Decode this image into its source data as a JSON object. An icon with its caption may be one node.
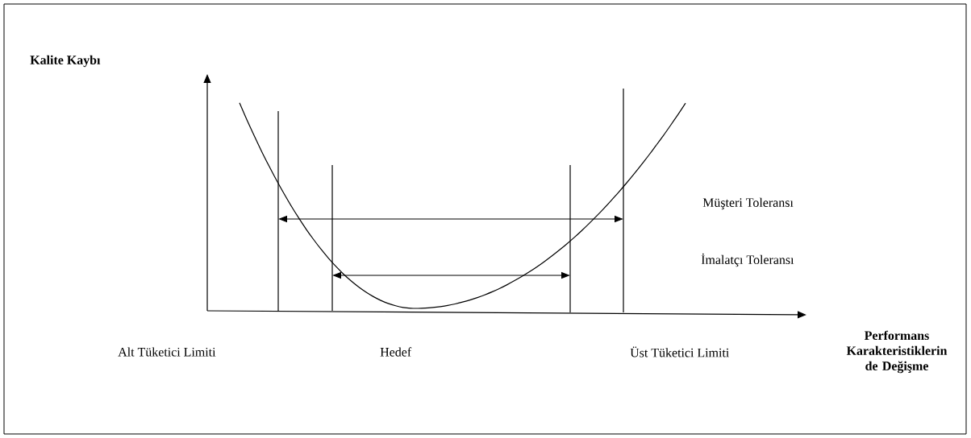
{
  "diagram": {
    "labels": [
      "Kalite Kaybı",
      "Müşteri Toleransı",
      "İmalatçı Toleransı",
      "Alt Tüketici Limiti",
      "Hedef",
      "Üst Tüketici Limiti",
      "Performans Karakteristiklerin de Değişme"
    ]
  }
}
